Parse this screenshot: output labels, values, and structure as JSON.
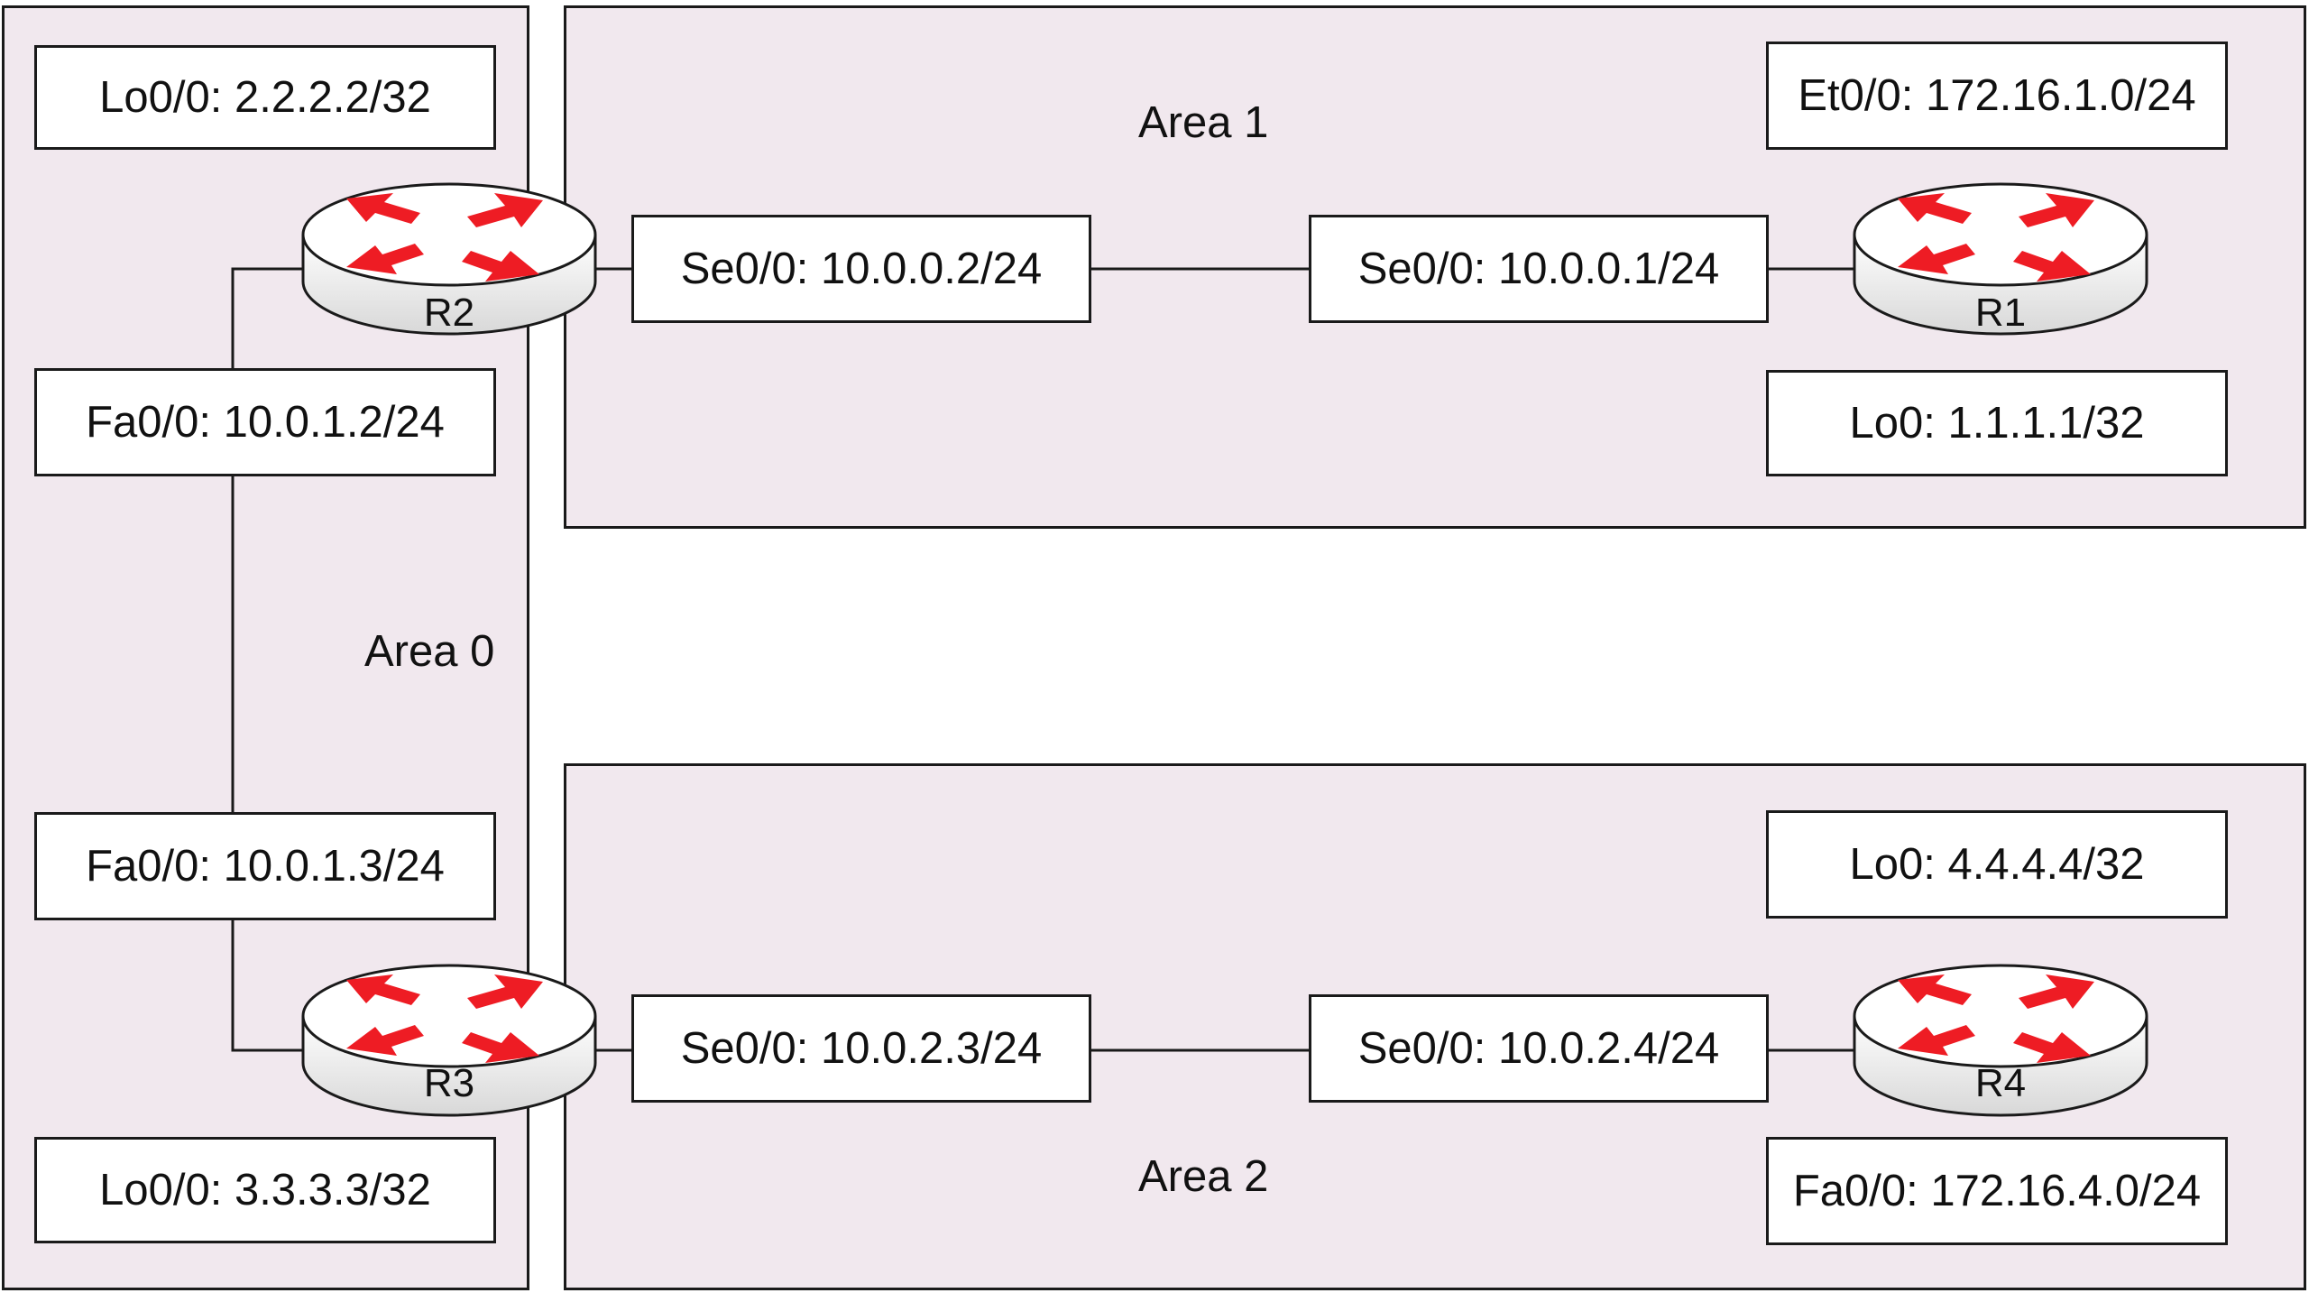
{
  "areas": {
    "area0": "Area 0",
    "area1": "Area 1",
    "area2": "Area 2"
  },
  "routers": {
    "r1": "R1",
    "r2": "R2",
    "r3": "R3",
    "r4": "R4"
  },
  "interfaces": {
    "r2_lo": "Lo0/0: 2.2.2.2/32",
    "r2_fa": "Fa0/0: 10.0.1.2/24",
    "r2_se": "Se0/0: 10.0.0.2/24",
    "r1_se": "Se0/0: 10.0.0.1/24",
    "r1_et": "Et0/0: 172.16.1.0/24",
    "r1_lo": "Lo0: 1.1.1.1/32",
    "r3_fa": "Fa0/0: 10.0.1.3/24",
    "r3_lo": "Lo0/0: 3.3.3.3/32",
    "r3_se": "Se0/0: 10.0.2.3/24",
    "r4_se": "Se0/0: 10.0.2.4/24",
    "r4_lo": "Lo0: 4.4.4.4/32",
    "r4_fa": "Fa0/0: 172.16.4.0/24"
  },
  "colors": {
    "area_fill": "#f1e8ee",
    "router_arrow": "#ee1c24",
    "line": "#1a1a1a"
  },
  "icons": {
    "router": "router-icon"
  }
}
